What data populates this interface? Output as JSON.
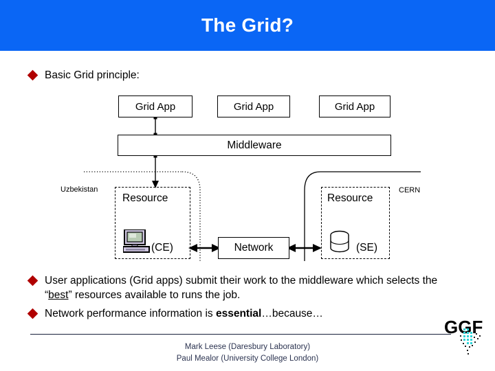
{
  "slide": {
    "title": "The Grid?",
    "banner_color": "#0a66f5",
    "bullet_color": "#b00000"
  },
  "bullets": [
    {
      "id": "basic-principle",
      "text": "Basic Grid principle:"
    },
    {
      "id": "user-applications",
      "text_part_1": "User applications (Grid apps) submit their work to the middleware which selects the “",
      "emphasis_underlined": "best",
      "text_part_2": "” resources available to runs the job."
    },
    {
      "id": "network-performance",
      "text_part_1": "Network performance information is ",
      "emphasis_bold": "essential",
      "text_part_2": "…because…"
    }
  ],
  "diagram": {
    "apps": [
      {
        "label": "Grid App"
      },
      {
        "label": "Grid App"
      },
      {
        "label": "Grid App"
      }
    ],
    "middleware": {
      "label": "Middleware"
    },
    "network": {
      "label": "Network"
    },
    "resources": [
      {
        "site": "Uzbekistan",
        "label": "Resource",
        "element": "(CE)",
        "icon": "computer-icon"
      },
      {
        "site": "CERN",
        "label": "Resource",
        "element": "(SE)",
        "icon": "database-icon"
      }
    ]
  },
  "footer": {
    "line1": "Mark Leese (Daresbury Laboratory)",
    "line2": "Paul Mealor (University College London)",
    "logo": "ggf-logo"
  }
}
